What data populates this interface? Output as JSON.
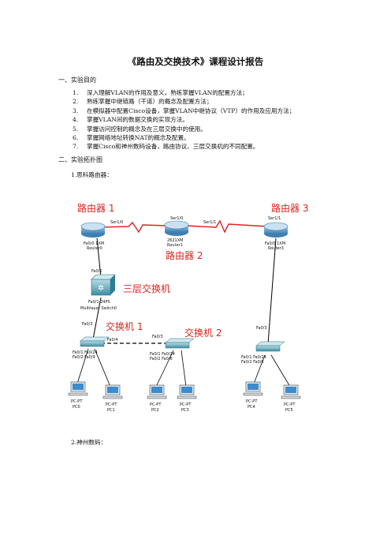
{
  "title": "《路由及交换技术》课程设计报告",
  "section1": {
    "heading": "一、实验目的",
    "items": [
      {
        "num": "1.",
        "text": "深入理解VLAN的作用及意义，熟练掌握VLAN的配置方法；"
      },
      {
        "num": "2.",
        "text": "熟练掌握中继链路（干道）的概念及配置方法；"
      },
      {
        "num": "3.",
        "text": "在模拟器中配置Cisco设备，掌握VLAN中继协议（VTP）的作用及应用方法；"
      },
      {
        "num": "4.",
        "text": "掌握VLAN间的数据交换的实现方法。"
      },
      {
        "num": "5.",
        "text": "掌握访问控制的概念及在三层交换中的使用。"
      },
      {
        "num": "6.",
        "text": "掌握网络地址转换NAT的概念及配置。"
      },
      {
        "num": "7.",
        "text": "掌握Cisco和神州数码设备，路由协议、三层交换机的不同配置。"
      }
    ]
  },
  "section2": {
    "heading": "二、实验拓扑图",
    "sub1": "1.思科路由器：",
    "sub2": "2.神州数码："
  },
  "topology": {
    "labels": {
      "router1": "路由器 1",
      "router2": "路由器 2",
      "router3": "路由器 3",
      "l3switch": "三层交换机",
      "switch1": "交换机 1",
      "switch2": "交换机 2"
    },
    "devices": {
      "r0_model": "Fa0/0 1XM",
      "r0_name": "Router0",
      "r1_model": "2621XM",
      "r1_name": "Router1",
      "r3_model": "Fa0/0 1XM",
      "r3_name": "Router3",
      "ms_model": "Fa0/1 24PS",
      "ms_name": "Multilayer Switch0",
      "pc_type": "PC-PT",
      "pcs": [
        "PC0",
        "PC1",
        "PC2",
        "PC3",
        "PC4",
        "PC5"
      ]
    },
    "ports": {
      "ser10_a": "Ser1/0",
      "ser10_b": "Ser1/0",
      "ser11_a": "Ser1/1",
      "ser11_b": "Ser1/1",
      "fa01": "Fa0/1",
      "fa03a": "Fa0/3",
      "fa04": "Fa0/4",
      "fa03b": "Fa0/3",
      "fa03c": "Fa0/3",
      "sw1_ports": "Fa0/1 Fa0/24",
      "sw1_ports2": "Fa0/2 Fa0/9",
      "sw2_ports": "Fa0/1 Fa0/24",
      "sw2_ports2": "Fa0/2 Fa0/6",
      "sw3_ports": "Fa0/1 Fa0/24",
      "sw3_ports2": "Fa0/2 Fa0/6"
    },
    "colors": {
      "serial": "#e02020",
      "label": "#d7261e",
      "router": "#4f8fbf",
      "switch": "#4a9cb0"
    }
  }
}
